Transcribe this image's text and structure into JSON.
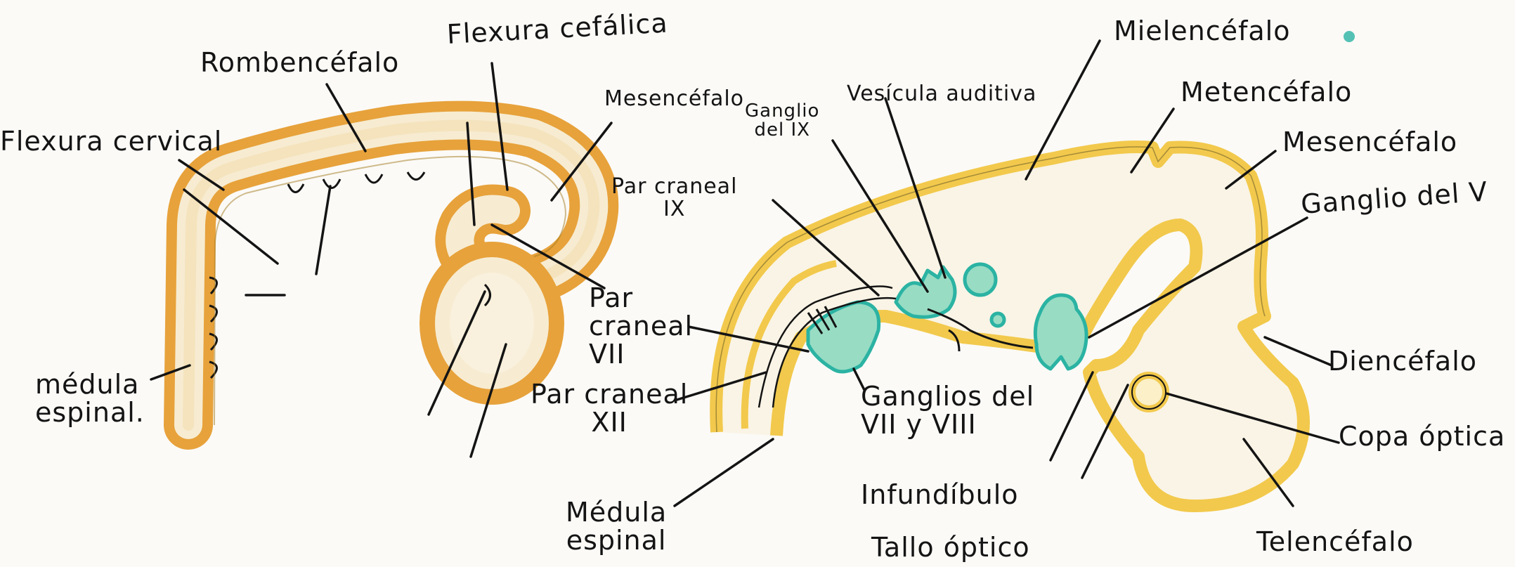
{
  "labels": {
    "flexura_cervical": "Flexura cervical",
    "rombencefalo": "Rombencéfalo",
    "flexura_cefalica": "Flexura cefálica",
    "mesencefalo_left": "Mesencéfalo",
    "par_craneal_ix": "Par craneal\nIX",
    "medula_espinal_left": "médula\nespinal.",
    "mielencefalo": "Mielencéfalo",
    "metencefalo": "Metencéfalo",
    "mesencefalo_right": "Mesencéfalo",
    "ganglio_del_v": "Ganglio del V",
    "diencefalo": "Diencéfalo",
    "copa_optica": "Copa óptica",
    "telencefalo": "Telencéfalo",
    "tallo_optico": "Tallo óptico",
    "infundibulo": "Infundíbulo",
    "ganglios_vii_viii": "Ganglios del\nVII y VIII",
    "par_craneal_xii": "Par craneal\nXII",
    "medula_espinal_right": "Médula\nespinal",
    "par_craneal_vii": "Par\ncraneal\nVII",
    "ganglio_ix": "Ganglio\ndel IX",
    "vesicula_auditiva": "Vesícula auditiva"
  },
  "colors": {
    "ink": "#141414",
    "yellow": "#f2c94c",
    "orange": "#e7a23b",
    "cream": "#f7ecd2",
    "teal": "#2bb3a3",
    "teal_fill": "#98dcc4"
  }
}
